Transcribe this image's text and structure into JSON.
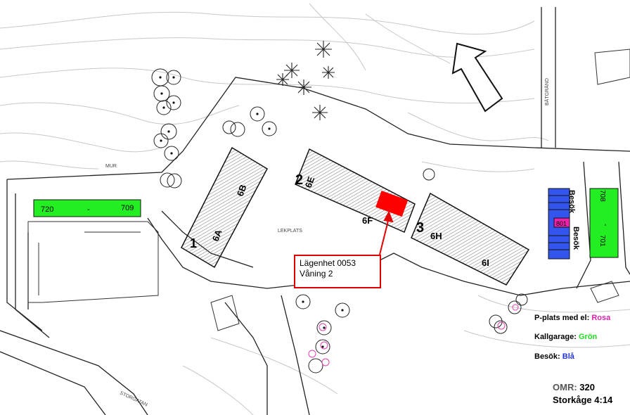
{
  "buildings": [
    {
      "number": "1",
      "entrances": [
        "6A",
        "6B"
      ]
    },
    {
      "number": "2",
      "entrances": [
        "6E",
        "6F"
      ]
    },
    {
      "number": "3",
      "entrances": [
        "6H",
        "6I"
      ]
    }
  ],
  "parking": {
    "garage_left": {
      "from": "720",
      "sep": "-",
      "to": "709"
    },
    "garage_right": {
      "from": "708",
      "sep": "-",
      "to": "701"
    },
    "ev_spot": "801",
    "visitor_labels": [
      "Besök",
      "Besök"
    ]
  },
  "callout": {
    "line1": "Lägenhet 0053",
    "line2": "Våning 2"
  },
  "legend": {
    "ev": {
      "label": "P-plats med el:",
      "value": "Rosa"
    },
    "garage": {
      "label": "Kallgarage:",
      "value": "Grön"
    },
    "visitor": {
      "label": "Besök:",
      "value": "Blå"
    }
  },
  "omr": {
    "label": "OMR:",
    "value": "320"
  },
  "size": {
    "label": "Storkåge",
    "value": "4:14"
  },
  "street_labels": [
    "STORGATAN",
    "BÄTGRÄND",
    "LEKPLATS",
    "MUR"
  ],
  "colors": {
    "highlight": "#ff0000",
    "garage": "#22ee22",
    "visitor": "#3355ee",
    "ev": "#ee22aa",
    "legend_ev": "#e020b0",
    "legend_garage": "#22dd22",
    "legend_visitor": "#2233dd"
  }
}
